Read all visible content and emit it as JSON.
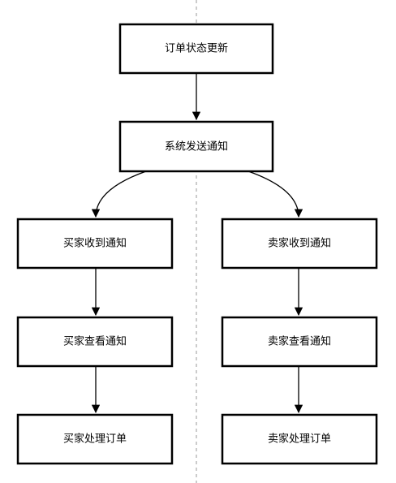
{
  "nodes": {
    "order_update": "订单状态更新",
    "system_notify": "系统发送通知",
    "buyer_receive": "买家收到通知",
    "seller_receive": "卖家收到通知",
    "buyer_view": "买家查看通知",
    "seller_view": "卖家查看通知",
    "buyer_process": "买家处理订单",
    "seller_process": "卖家处理订单"
  },
  "colors": {
    "stroke": "#000000",
    "divider": "#9a9a9a",
    "background": "#ffffff"
  }
}
